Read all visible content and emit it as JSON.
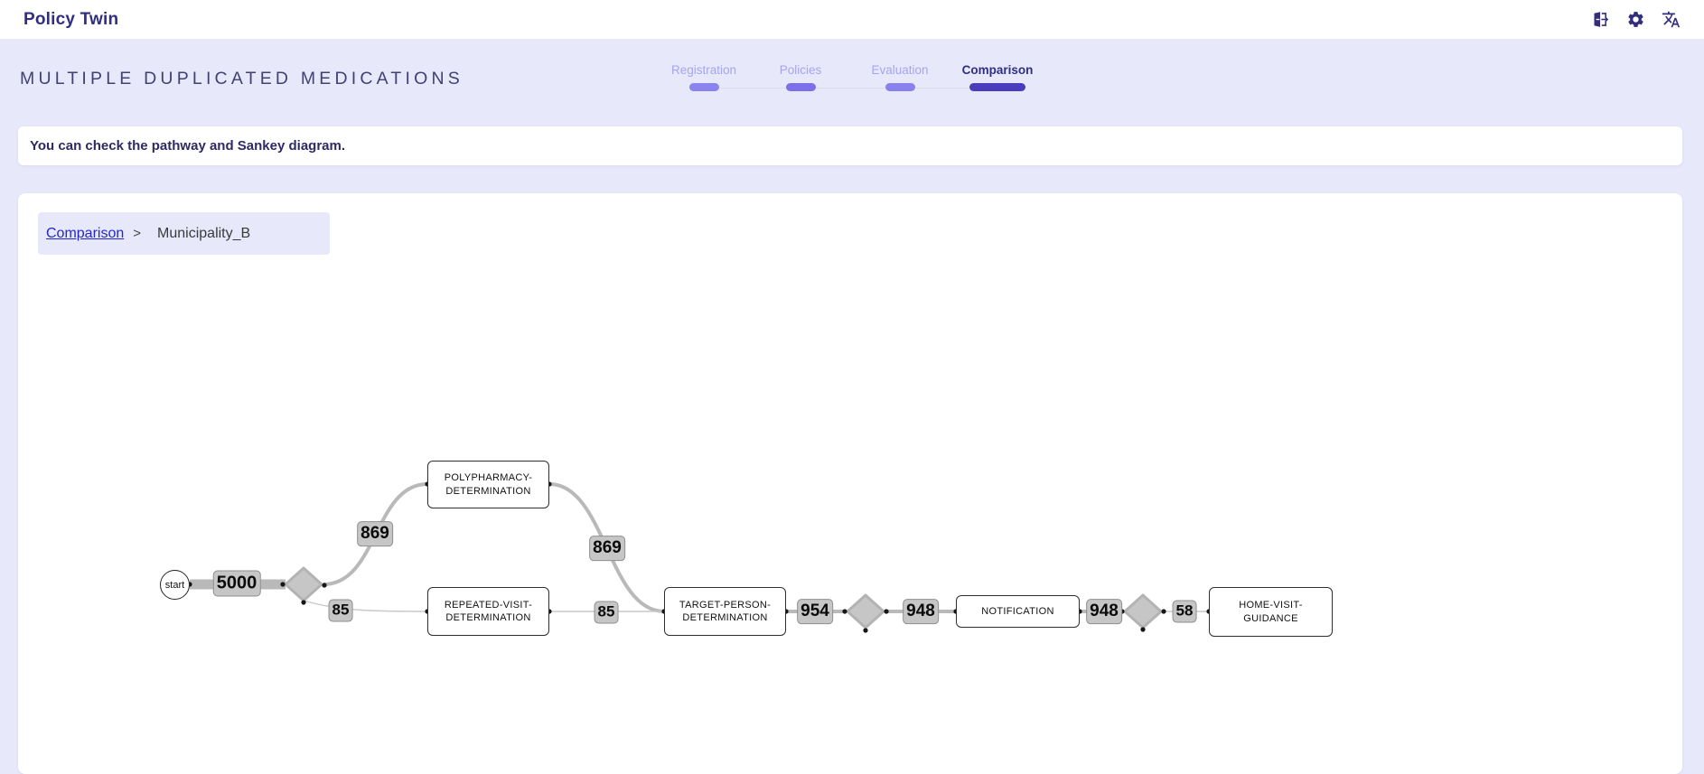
{
  "app": {
    "title": "Policy Twin",
    "brand_color": "#312e81",
    "accent_color": "#4b3cbd",
    "background_color": "#e7e9fb"
  },
  "topbar": {
    "icons": [
      {
        "name": "logout-icon"
      },
      {
        "name": "settings-icon"
      },
      {
        "name": "translate-icon"
      }
    ]
  },
  "header": {
    "page_title": "MULTIPLE DUPLICATED MEDICATIONS",
    "stepper": {
      "steps": [
        {
          "label": "Registration",
          "pill_color": "#8b83ee",
          "active": false
        },
        {
          "label": "Policies",
          "pill_color": "#7d6fe9",
          "active": false
        },
        {
          "label": "Evaluation",
          "pill_color": "#8b81ee",
          "active": false
        },
        {
          "label": "Comparison",
          "pill_color": "#4b3cbd",
          "active": true
        }
      ]
    }
  },
  "info_banner": {
    "message": "You can check the pathway and Sankey diagram."
  },
  "breadcrumb": {
    "link": "Comparison",
    "separator": ">",
    "current": "Municipality_B"
  },
  "diagram": {
    "start_label": "start",
    "node_labels": {
      "polypharmacy": "POLYPHARMACY-DETERMINATION",
      "repeated_visit": "REPEATED-VISIT-DETERMINATION",
      "target_person": "TARGET-PERSON-DETERMINATION",
      "notification": "NOTIFICATION",
      "home_visit": "HOME-VISIT-GUIDANCE"
    },
    "edge_labels": {
      "start_to_gateway1": "5000",
      "gateway1_to_polypharmacy": "869",
      "gateway1_to_repeated_visit": "85",
      "polypharmacy_to_target_person": "869",
      "repeated_visit_to_target_person": "85",
      "target_person_to_gateway2": "954",
      "gateway2_to_notification": "948",
      "notification_to_gateway3": "948",
      "gateway3_to_home_visit": "58"
    },
    "flows": [
      {
        "from": "start",
        "to": "gateway-1",
        "value": 5000
      },
      {
        "from": "gateway-1",
        "to": "POLYPHARMACY-DETERMINATION",
        "value": 869
      },
      {
        "from": "gateway-1",
        "to": "REPEATED-VISIT-DETERMINATION",
        "value": 85
      },
      {
        "from": "POLYPHARMACY-DETERMINATION",
        "to": "TARGET-PERSON-DETERMINATION",
        "value": 869
      },
      {
        "from": "REPEATED-VISIT-DETERMINATION",
        "to": "TARGET-PERSON-DETERMINATION",
        "value": 85
      },
      {
        "from": "TARGET-PERSON-DETERMINATION",
        "to": "gateway-2",
        "value": 954
      },
      {
        "from": "gateway-2",
        "to": "NOTIFICATION",
        "value": 948
      },
      {
        "from": "NOTIFICATION",
        "to": "gateway-3",
        "value": 948
      },
      {
        "from": "gateway-3",
        "to": "HOME-VISIT-GUIDANCE",
        "value": 58
      }
    ]
  }
}
